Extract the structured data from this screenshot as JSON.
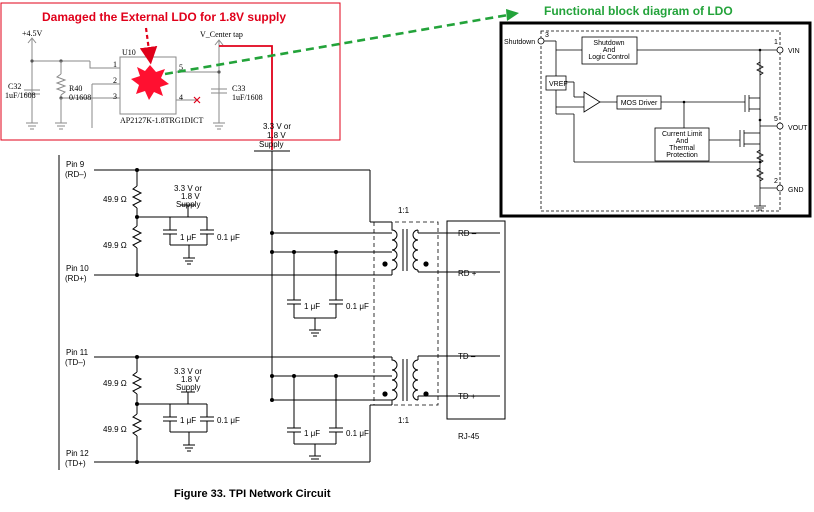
{
  "annotations": {
    "damage_title": "Damaged the External LDO for 1.8V supply",
    "ldo_title": "Functional block diagram of LDO"
  },
  "ldo_schematic": {
    "supply": "+4.5V",
    "center_tap": "V_Center tap",
    "c32": "C32",
    "c32_val": "1uF/1608",
    "r40": "R40",
    "r40_val": "0/1608",
    "u10": "U10",
    "part": "AP2127K-1.8TRG1DICT",
    "c33": "C33",
    "c33_val": "1uF/1608",
    "pin1": "1",
    "pin2": "2",
    "pin3": "3",
    "pin4": "4",
    "pin5": "5"
  },
  "block_diagram": {
    "shutdown": "Shutdown",
    "logic_line1": "Shutdown",
    "logic_line2": "And",
    "logic_line3": "Logic Control",
    "vref": "VREF",
    "mos_driver": "MOS Driver",
    "cl_line1": "Current Limit",
    "cl_line2": "And",
    "cl_line3": "Thermal",
    "cl_line4": "Protection",
    "vin": "VIN",
    "vout": "VOUT",
    "gnd": "GND",
    "pin_shutdown": "3",
    "pin_vin": "1",
    "pin_vout": "5",
    "pin_gnd": "2"
  },
  "tpi_circuit": {
    "pin9": "Pin 9",
    "pin9_sig": "(RD–)",
    "pin10": "Pin 10",
    "pin10_sig": "(RD+)",
    "pin11": "Pin 11",
    "pin11_sig": "(TD–)",
    "pin12": "Pin 12",
    "pin12_sig": "(TD+)",
    "res_top1": "49.9 Ω",
    "res_top2": "49.9 Ω",
    "res_bot1": "49.9 Ω",
    "res_bot2": "49.9 Ω",
    "supply_top_l1": "3.3 V or",
    "supply_top_l2": "1.8 V",
    "supply_top_l3": "Supply",
    "supply_bot_l1": "3.3 V or",
    "supply_bot_l2": "1.8 V",
    "supply_bot_l3": "Supply",
    "supply_mid_l1": "3.3 V or",
    "supply_mid_l2": "1.8 V",
    "supply_mid_l3": "Supply",
    "cap_1uf": "1 μF",
    "cap_01uf": "0.1 μF",
    "ratio_top": "1:1",
    "ratio_bot": "1:1",
    "rd_minus": "RD –",
    "rd_plus": "RD +",
    "td_minus": "TD –",
    "td_plus": "TD +",
    "connector": "RJ-45"
  },
  "caption": "Figure 33.  TPI Network Circuit",
  "colors": {
    "damage_red": "#e0001a",
    "ldo_green": "#23a33a"
  }
}
